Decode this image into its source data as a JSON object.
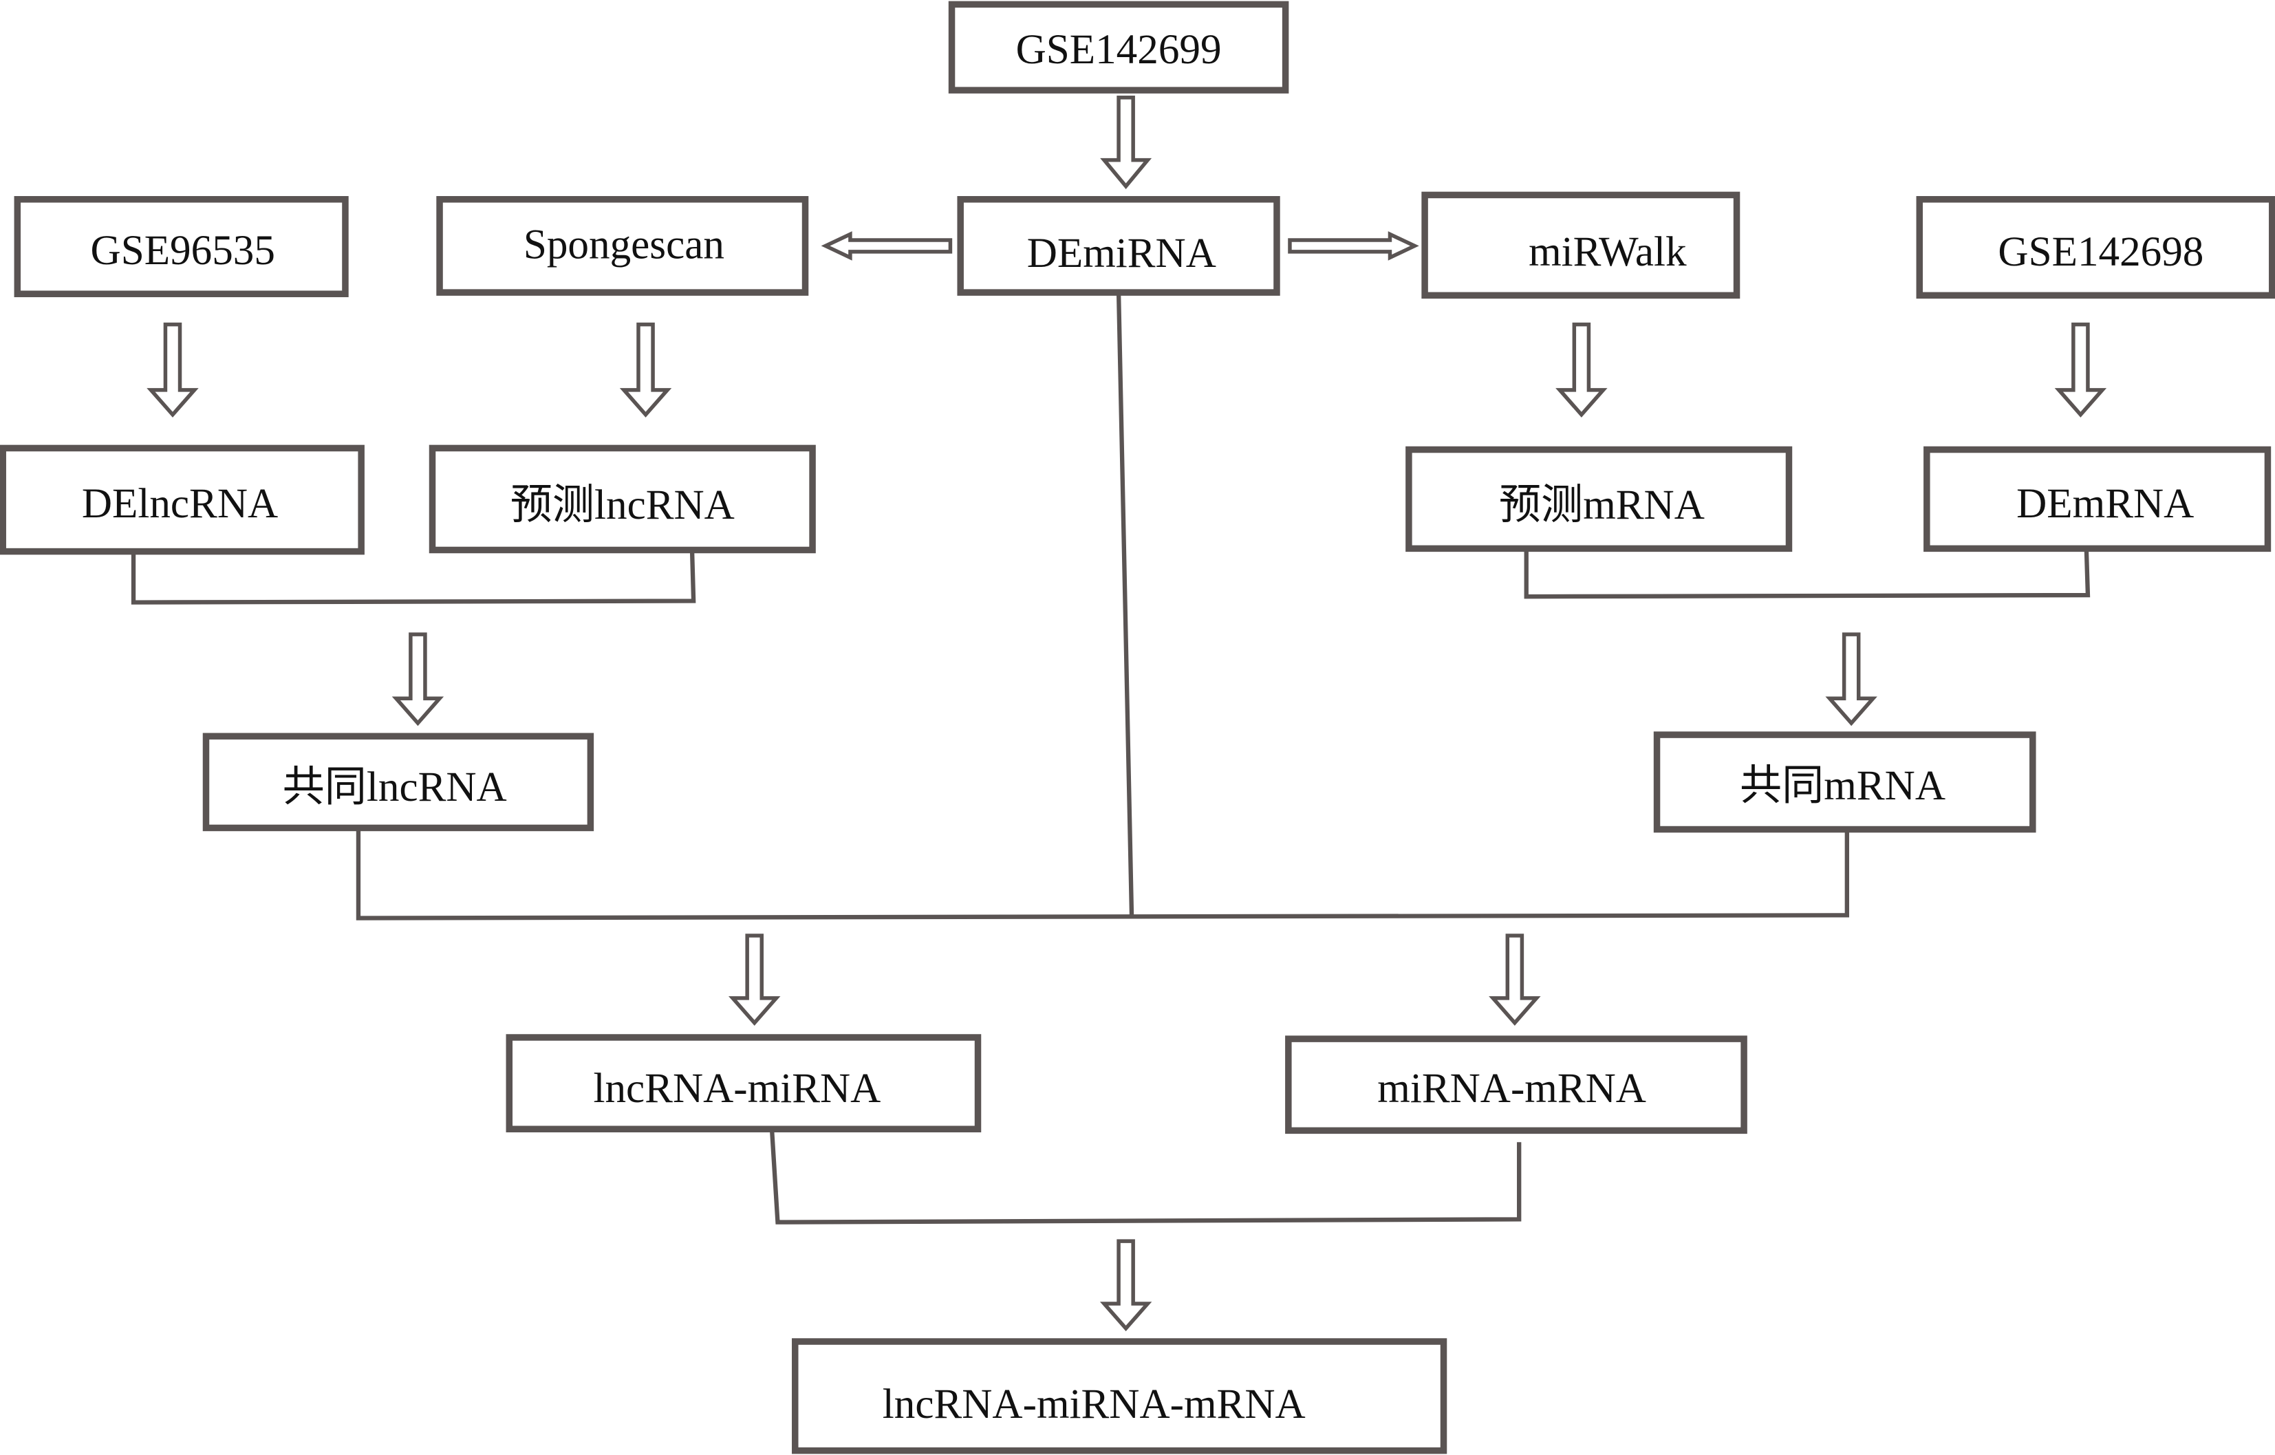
{
  "diagram": {
    "type": "flowchart",
    "colors": {
      "stroke": "#5a5453",
      "text": "#111111",
      "background": "#ffffff"
    },
    "nodes": {
      "gse142699": "GSE142699",
      "demirna": "DEmiRNA",
      "gse96535": "GSE96535",
      "spongescan": "Spongescan",
      "mirwalk": "miRWalk",
      "gse142698": "GSE142698",
      "delncrna": "DElncRNA",
      "pred_lncrna": "预测lncRNA",
      "pred_mrna": "预测mRNA",
      "demrna": "DEmRNA",
      "common_lncrna": "共同lncRNA",
      "common_mrna": "共同mRNA",
      "lncrna_mirna": "lncRNA-miRNA",
      "mirna_mrna": "miRNA-mRNA",
      "lncrna_mirna_mrna": "lncRNA-miRNA-mRNA"
    },
    "edges": [
      {
        "from": "GSE142699",
        "to": "DEmiRNA",
        "style": "hollow-arrow"
      },
      {
        "from": "DEmiRNA",
        "to": "Spongescan",
        "style": "hollow-arrow"
      },
      {
        "from": "DEmiRNA",
        "to": "miRWalk",
        "style": "hollow-arrow"
      },
      {
        "from": "GSE96535",
        "to": "DElncRNA",
        "style": "hollow-arrow"
      },
      {
        "from": "Spongescan",
        "to": "预测lncRNA",
        "style": "hollow-arrow"
      },
      {
        "from": "miRWalk",
        "to": "预测mRNA",
        "style": "hollow-arrow"
      },
      {
        "from": "GSE142698",
        "to": "DEmRNA",
        "style": "hollow-arrow"
      },
      {
        "from": [
          "DElncRNA",
          "预测lncRNA"
        ],
        "to": "共同lncRNA",
        "style": "bracket+hollow-arrow"
      },
      {
        "from": [
          "预测mRNA",
          "DEmRNA"
        ],
        "to": "共同mRNA",
        "style": "bracket+hollow-arrow"
      },
      {
        "from": [
          "共同lncRNA",
          "DEmiRNA",
          "共同mRNA"
        ],
        "to": [
          "lncRNA-miRNA",
          "miRNA-mRNA"
        ],
        "style": "bracket+hollow-arrow"
      },
      {
        "from": [
          "lncRNA-miRNA",
          "miRNA-mRNA"
        ],
        "to": "lncRNA-miRNA-mRNA",
        "style": "bracket+hollow-arrow"
      }
    ]
  }
}
